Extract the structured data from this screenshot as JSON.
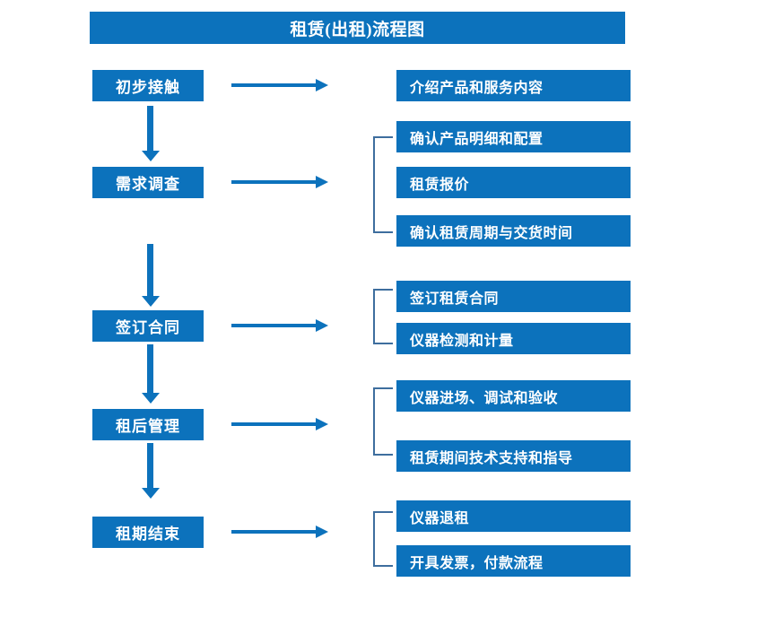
{
  "title": "租赁(出租)流程图",
  "colors": {
    "box_blue": "#0C72BC",
    "bracket_blue": "#3E6E9E",
    "text_white": "#FFFFFF",
    "background": "#FFFFFF"
  },
  "stages": [
    {
      "label": "初步接触"
    },
    {
      "label": "需求调查"
    },
    {
      "label": "签订合同"
    },
    {
      "label": "租后管理"
    },
    {
      "label": "租期结束"
    }
  ],
  "details": [
    {
      "label": "介绍产品和服务内容"
    },
    {
      "label": "确认产品明细和配置"
    },
    {
      "label": "租赁报价"
    },
    {
      "label": "确认租赁周期与交货时间"
    },
    {
      "label": "签订租赁合同"
    },
    {
      "label": "仪器检测和计量"
    },
    {
      "label": "仪器进场、调试和验收"
    },
    {
      "label": "租赁期间技术支持和指导"
    },
    {
      "label": "仪器退租"
    },
    {
      "label": "开具发票，付款流程"
    }
  ],
  "chart_data": {
    "type": "diagram",
    "diagram_type": "flowchart",
    "title": "租赁(出租)流程图",
    "orientation": "vertical-with-branches",
    "nodes": [
      {
        "id": "s1",
        "label": "初步接触",
        "column": "stage",
        "order": 1
      },
      {
        "id": "s2",
        "label": "需求调查",
        "column": "stage",
        "order": 2
      },
      {
        "id": "s3",
        "label": "签订合同",
        "column": "stage",
        "order": 3
      },
      {
        "id": "s4",
        "label": "租后管理",
        "column": "stage",
        "order": 4
      },
      {
        "id": "s5",
        "label": "租期结束",
        "column": "stage",
        "order": 5
      },
      {
        "id": "d1",
        "label": "介绍产品和服务内容",
        "column": "detail",
        "parent": "s1"
      },
      {
        "id": "d2",
        "label": "确认产品明细和配置",
        "column": "detail",
        "parent": "s2"
      },
      {
        "id": "d3",
        "label": "租赁报价",
        "column": "detail",
        "parent": "s2"
      },
      {
        "id": "d4",
        "label": "确认租赁周期与交货时间",
        "column": "detail",
        "parent": "s2"
      },
      {
        "id": "d5",
        "label": "签订租赁合同",
        "column": "detail",
        "parent": "s3"
      },
      {
        "id": "d6",
        "label": "仪器检测和计量",
        "column": "detail",
        "parent": "s3"
      },
      {
        "id": "d7",
        "label": "仪器进场、调试和验收",
        "column": "detail",
        "parent": "s4"
      },
      {
        "id": "d8",
        "label": "租赁期间技术支持和指导",
        "column": "detail",
        "parent": "s4"
      },
      {
        "id": "d9",
        "label": "仪器退租",
        "column": "detail",
        "parent": "s5"
      },
      {
        "id": "d10",
        "label": "开具发票，付款流程",
        "column": "detail",
        "parent": "s5"
      }
    ],
    "edges": [
      {
        "from": "s1",
        "to": "s2",
        "kind": "vertical-arrow"
      },
      {
        "from": "s2",
        "to": "s3",
        "kind": "vertical-arrow"
      },
      {
        "from": "s3",
        "to": "s4",
        "kind": "vertical-arrow"
      },
      {
        "from": "s4",
        "to": "s5",
        "kind": "vertical-arrow"
      },
      {
        "from": "s1",
        "to": "d1",
        "kind": "horizontal-arrow"
      },
      {
        "from": "s2",
        "to": "d2,d3,d4",
        "kind": "horizontal-arrow-with-bracket"
      },
      {
        "from": "s3",
        "to": "d5,d6",
        "kind": "horizontal-arrow-with-bracket"
      },
      {
        "from": "s4",
        "to": "d7,d8",
        "kind": "horizontal-arrow-with-bracket"
      },
      {
        "from": "s5",
        "to": "d9,d10",
        "kind": "horizontal-arrow-with-bracket"
      }
    ]
  }
}
